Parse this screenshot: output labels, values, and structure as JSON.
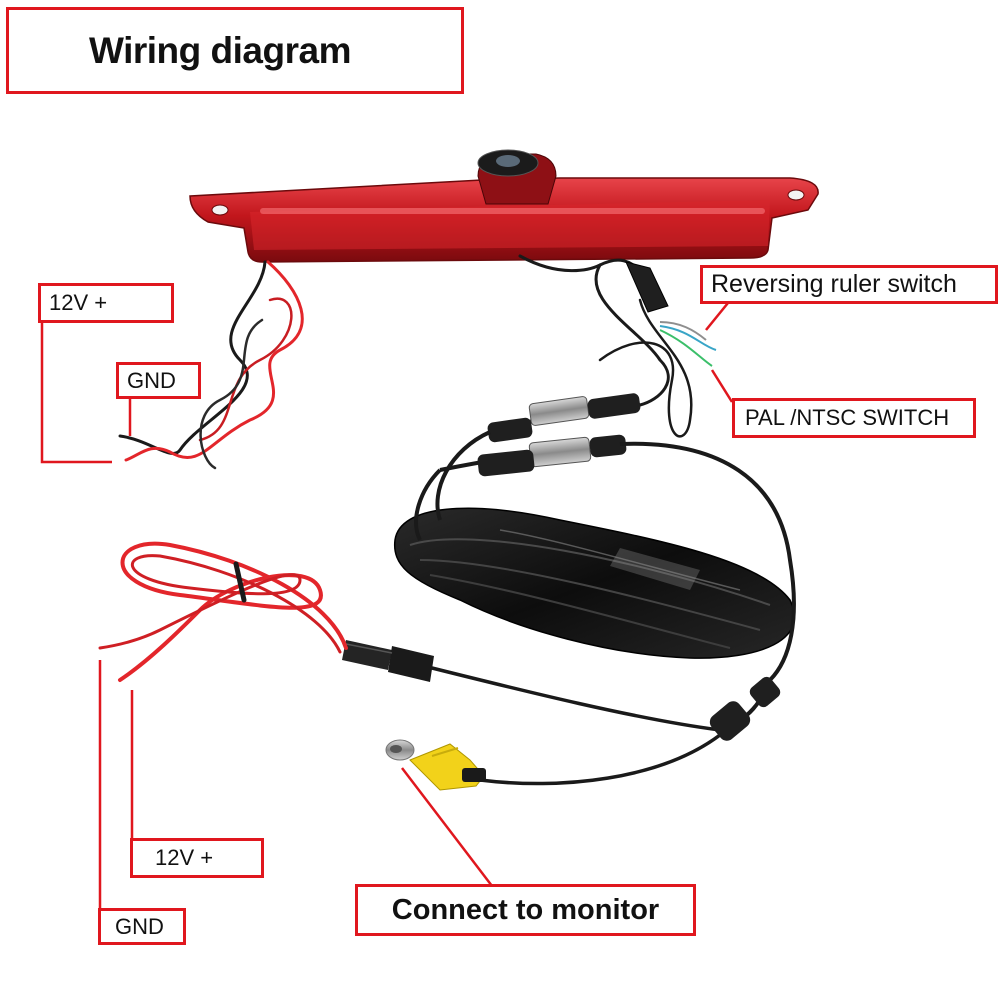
{
  "title": "Wiring diagram",
  "labels": {
    "camera_12v": "12V +",
    "camera_gnd": "GND",
    "reversing_ruler_switch": "Reversing ruler switch",
    "pal_ntsc_switch": "PAL /NTSC SWITCH",
    "power_12v": "12V +",
    "power_gnd": "GND",
    "connect_to_monitor": "Connect to monitor"
  },
  "colors": {
    "callout": "#e0171e",
    "brake_light": "#c0181d",
    "cable": "#1a1a1a",
    "rca_plug": "#f2d21a",
    "red_wire": "#e3262b"
  }
}
